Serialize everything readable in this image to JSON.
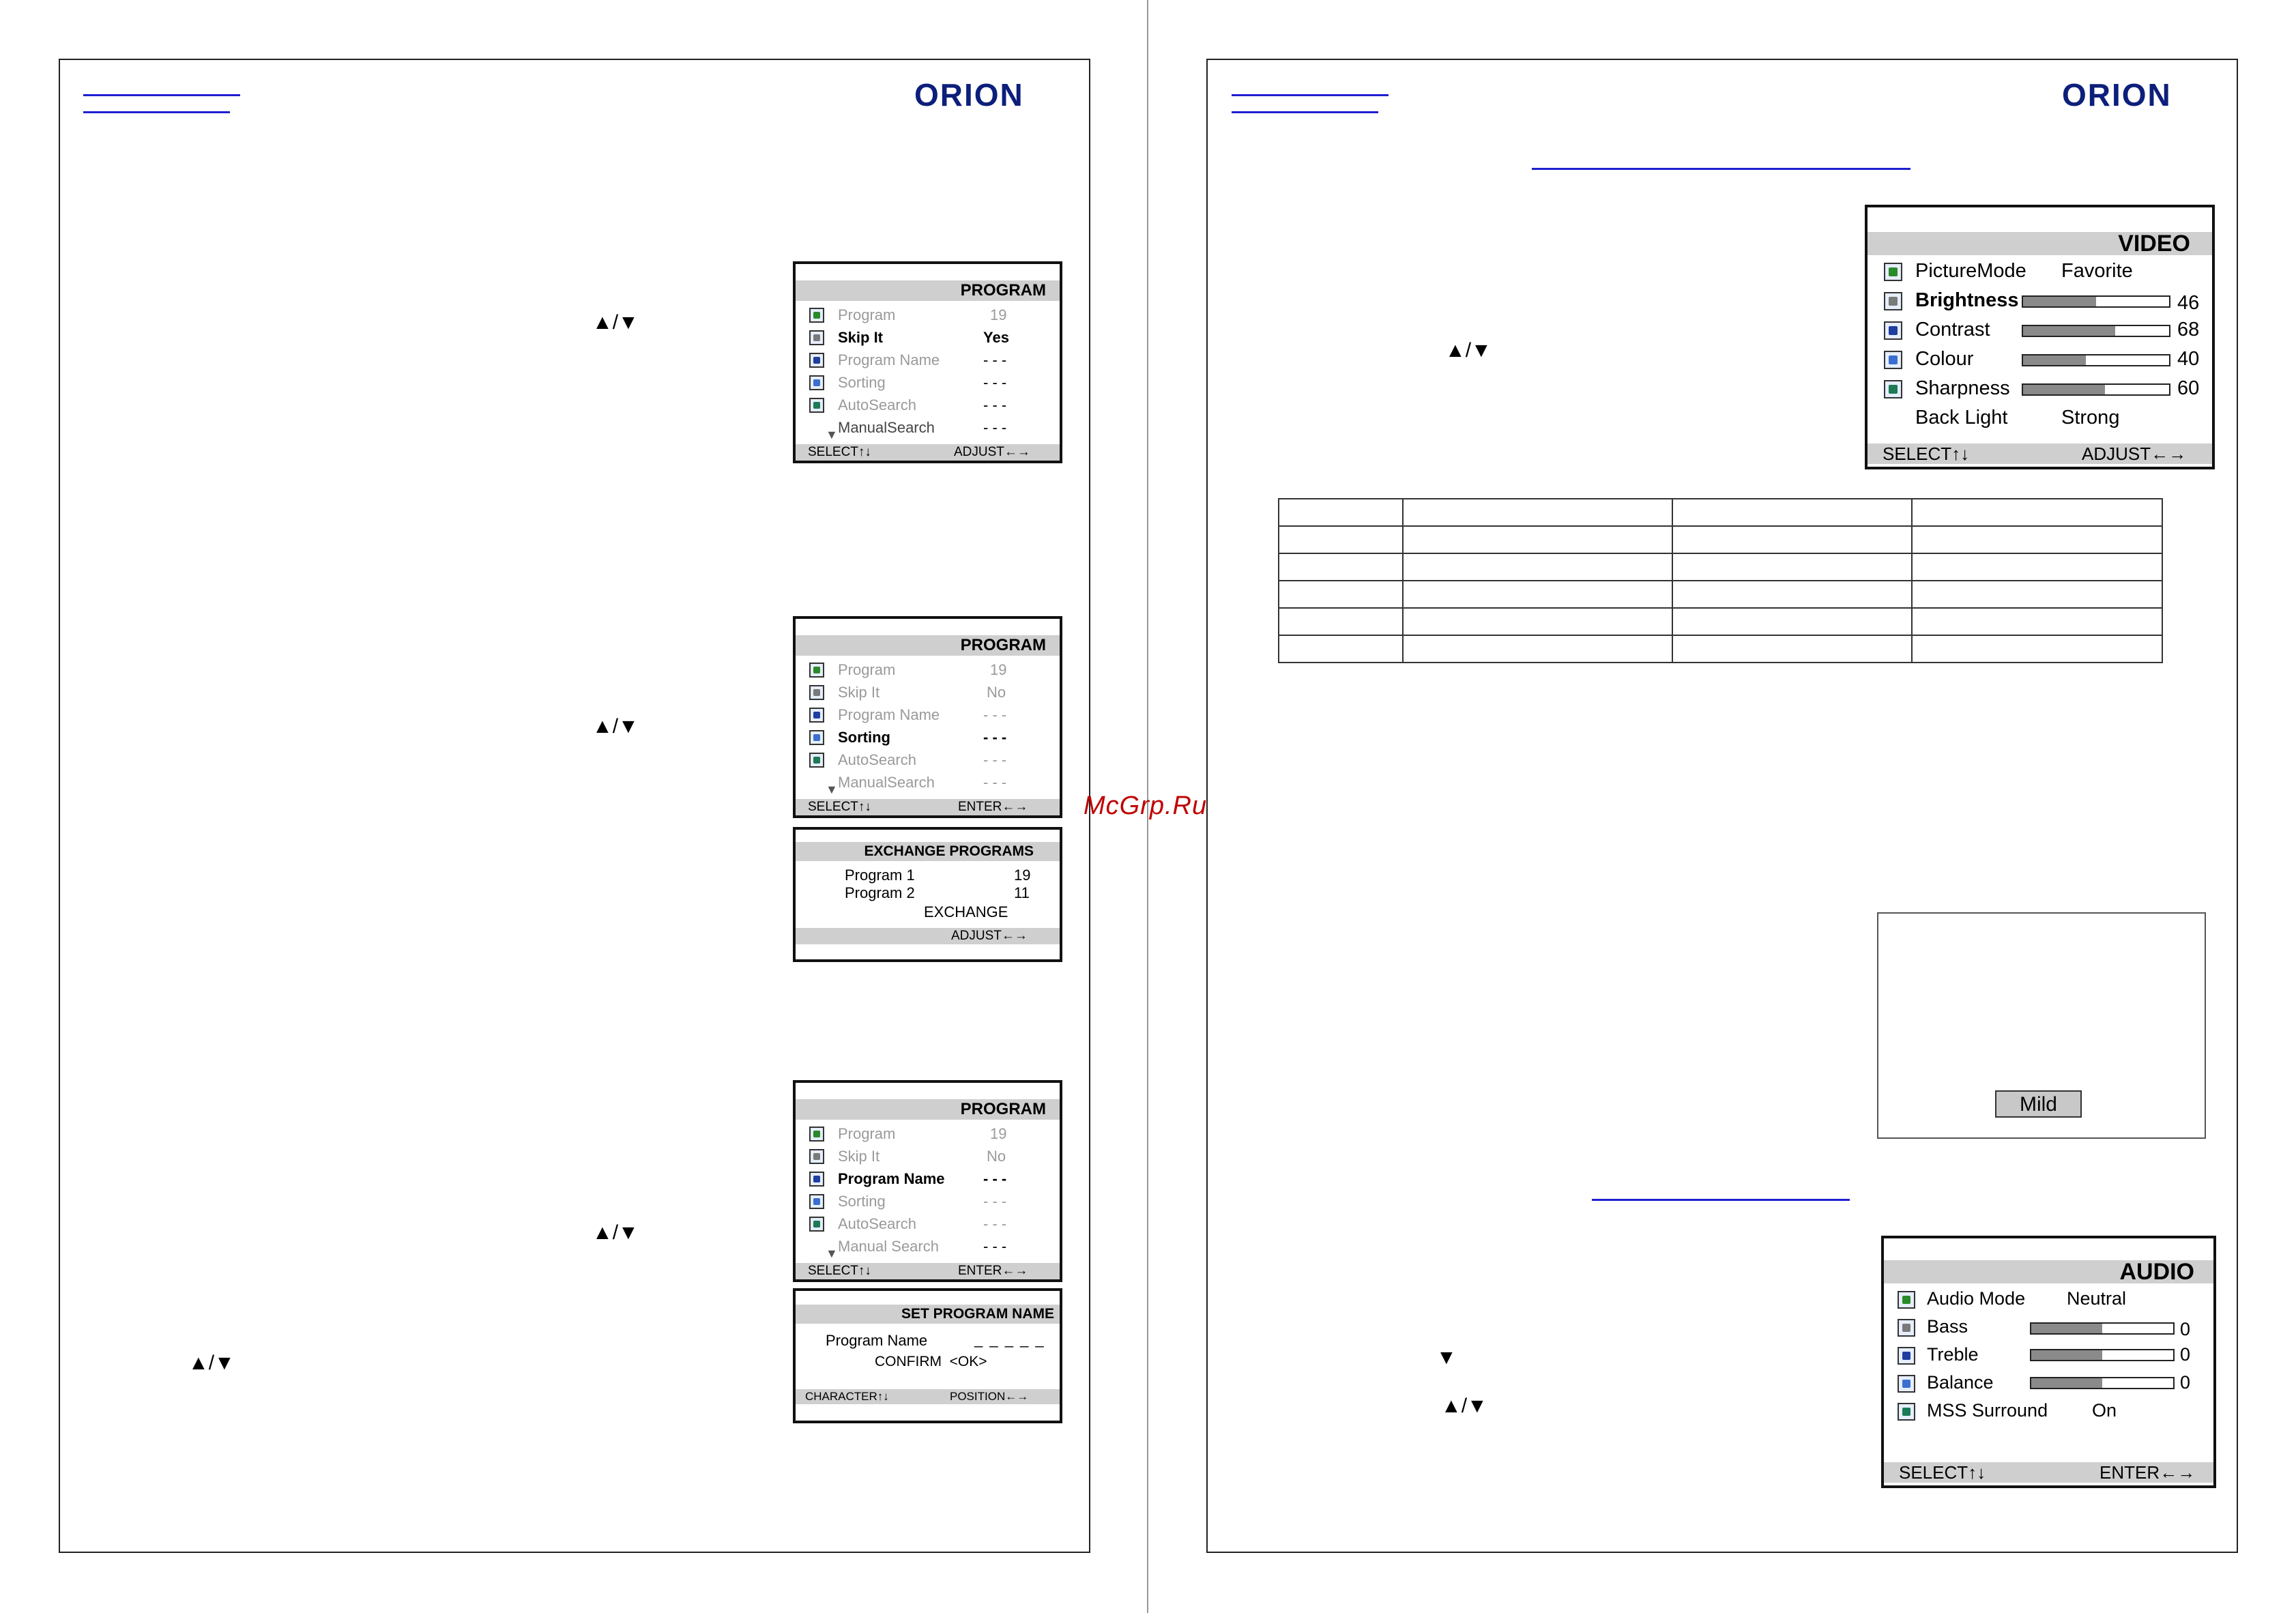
{
  "watermark": "McGrp.Ru",
  "brand": "ORION",
  "arrows_label": "▲/▼",
  "down_arrow": "▼",
  "left_page": {
    "menus": [
      {
        "title": "PROGRAM",
        "rows": [
          {
            "label": "Program",
            "value": "19",
            "state": "dim"
          },
          {
            "label": "Skip It",
            "value": "Yes",
            "state": "active"
          },
          {
            "label": "Program Name",
            "value": "- - -",
            "state": "dim"
          },
          {
            "label": "Sorting",
            "value": "- - -",
            "state": "dim"
          },
          {
            "label": "AutoSearch",
            "value": "- - -",
            "state": "dim"
          },
          {
            "label": "ManualSearch",
            "value": "- - -",
            "state": "dim"
          }
        ],
        "footer_left": "SELECT↑↓",
        "footer_right": "ADJUST←→"
      },
      {
        "title": "PROGRAM",
        "rows": [
          {
            "label": "Program",
            "value": "19",
            "state": "dim"
          },
          {
            "label": "Skip It",
            "value": "No",
            "state": "dim"
          },
          {
            "label": "Program Name",
            "value": "- - -",
            "state": "dim"
          },
          {
            "label": "Sorting",
            "value": "- - -",
            "state": "active"
          },
          {
            "label": "AutoSearch",
            "value": "- - -",
            "state": "dim"
          },
          {
            "label": "ManualSearch",
            "value": "- - -",
            "state": "dim"
          }
        ],
        "footer_left": "SELECT↑↓",
        "footer_right": "ENTER←→"
      },
      {
        "title": "PROGRAM",
        "rows": [
          {
            "label": "Program",
            "value": "19",
            "state": "dim"
          },
          {
            "label": "Skip It",
            "value": "No",
            "state": "dim"
          },
          {
            "label": "Program Name",
            "value": "- - -",
            "state": "active"
          },
          {
            "label": "Sorting",
            "value": "- - -",
            "state": "dim"
          },
          {
            "label": "AutoSearch",
            "value": "- - -",
            "state": "dim"
          },
          {
            "label": "Manual Search",
            "value": "- - -",
            "state": "dim"
          }
        ],
        "footer_left": "SELECT↑↓",
        "footer_right": "ENTER←→"
      }
    ],
    "exchange": {
      "title": "EXCHANGE PROGRAMS",
      "program1_label": "Program 1",
      "program1_value": "19",
      "program2_label": "Program 2",
      "program2_value": "11",
      "action": "EXCHANGE",
      "footer_right": "ADJUST←→"
    },
    "set_name": {
      "title": "SET PROGRAM NAME",
      "name_label": "Program Name",
      "name_value": "_ _ _ _ _",
      "confirm": "CONFIRM  <OK>",
      "footer_left": "CHARACTER↑↓",
      "footer_right": "POSITION←→"
    }
  },
  "right_page": {
    "video": {
      "title": "VIDEO",
      "rows": [
        {
          "label": "PictureMode",
          "value": "Favorite"
        },
        {
          "label": "Brightness",
          "value": "46",
          "level": 0.5
        },
        {
          "label": "Contrast",
          "value": "68",
          "level": 0.63
        },
        {
          "label": "Colour",
          "value": "40",
          "level": 0.43
        },
        {
          "label": "Sharpness",
          "value": "60",
          "level": 0.56
        },
        {
          "label": "Back Light",
          "value": "Strong"
        }
      ],
      "footer_left": "SELECT↑↓",
      "footer_right": "ADJUST←→"
    },
    "mild_button": "Mild",
    "audio": {
      "title": "AUDIO",
      "rows": [
        {
          "label": "Audio Mode",
          "value": "Neutral"
        },
        {
          "label": "Bass",
          "value": "0",
          "level": 0.5
        },
        {
          "label": "Treble",
          "value": "0",
          "level": 0.5
        },
        {
          "label": "Balance",
          "value": "0",
          "level": 0.5
        },
        {
          "label": "MSS Surround",
          "value": "On"
        }
      ],
      "footer_left": "SELECT↑↓",
      "footer_right": "ENTER←→"
    }
  }
}
